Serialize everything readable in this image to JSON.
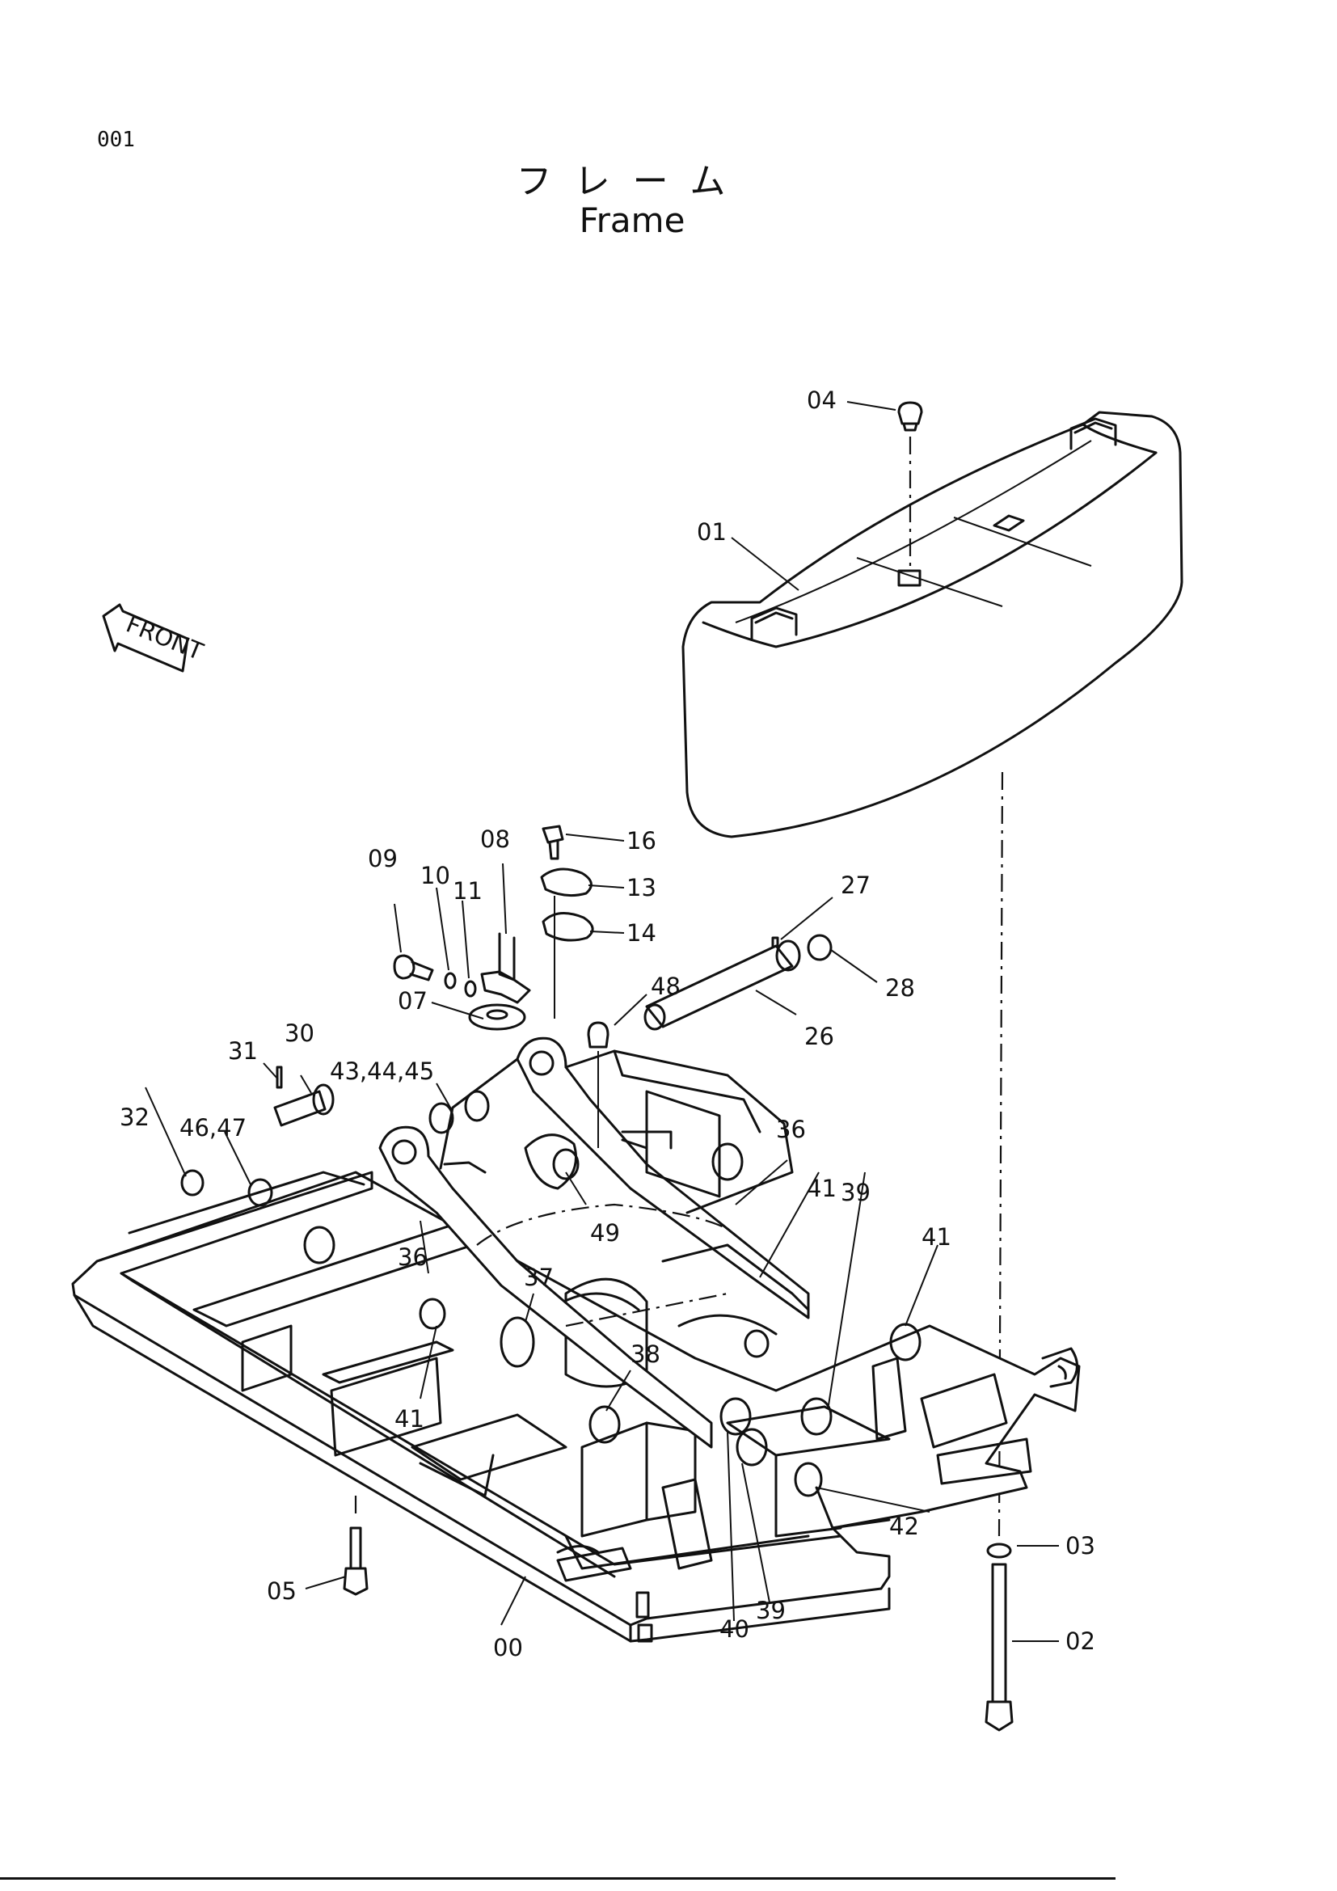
{
  "page_number": "001",
  "title_jp": "フレーム",
  "title_en": "Frame",
  "front_marker": "FRONT",
  "callouts": [
    {
      "id": "c04",
      "text": "04"
    },
    {
      "id": "c01",
      "text": "01"
    },
    {
      "id": "c16",
      "text": "16"
    },
    {
      "id": "c08",
      "text": "08"
    },
    {
      "id": "c09",
      "text": "09"
    },
    {
      "id": "c10",
      "text": "10"
    },
    {
      "id": "c11",
      "text": "11"
    },
    {
      "id": "c13",
      "text": "13"
    },
    {
      "id": "c14",
      "text": "14"
    },
    {
      "id": "c27",
      "text": "27"
    },
    {
      "id": "c28",
      "text": "28"
    },
    {
      "id": "c07",
      "text": "07"
    },
    {
      "id": "c48",
      "text": "48"
    },
    {
      "id": "c26",
      "text": "26"
    },
    {
      "id": "c30",
      "text": "30"
    },
    {
      "id": "c31",
      "text": "31"
    },
    {
      "id": "c434445",
      "text": "43,44,45"
    },
    {
      "id": "c32",
      "text": "32"
    },
    {
      "id": "c4647",
      "text": "46,47"
    },
    {
      "id": "c36a",
      "text": "36"
    },
    {
      "id": "c49",
      "text": "49"
    },
    {
      "id": "c41a",
      "text": "41"
    },
    {
      "id": "c39a",
      "text": "39"
    },
    {
      "id": "c41b",
      "text": "41"
    },
    {
      "id": "c36b",
      "text": "36"
    },
    {
      "id": "c37",
      "text": "37"
    },
    {
      "id": "c38",
      "text": "38"
    },
    {
      "id": "c41c",
      "text": "41"
    },
    {
      "id": "c42",
      "text": "42"
    },
    {
      "id": "c03",
      "text": "03"
    },
    {
      "id": "c02",
      "text": "02"
    },
    {
      "id": "c05",
      "text": "05"
    },
    {
      "id": "c00",
      "text": "00"
    },
    {
      "id": "c40",
      "text": "40"
    },
    {
      "id": "c39b",
      "text": "39"
    }
  ]
}
